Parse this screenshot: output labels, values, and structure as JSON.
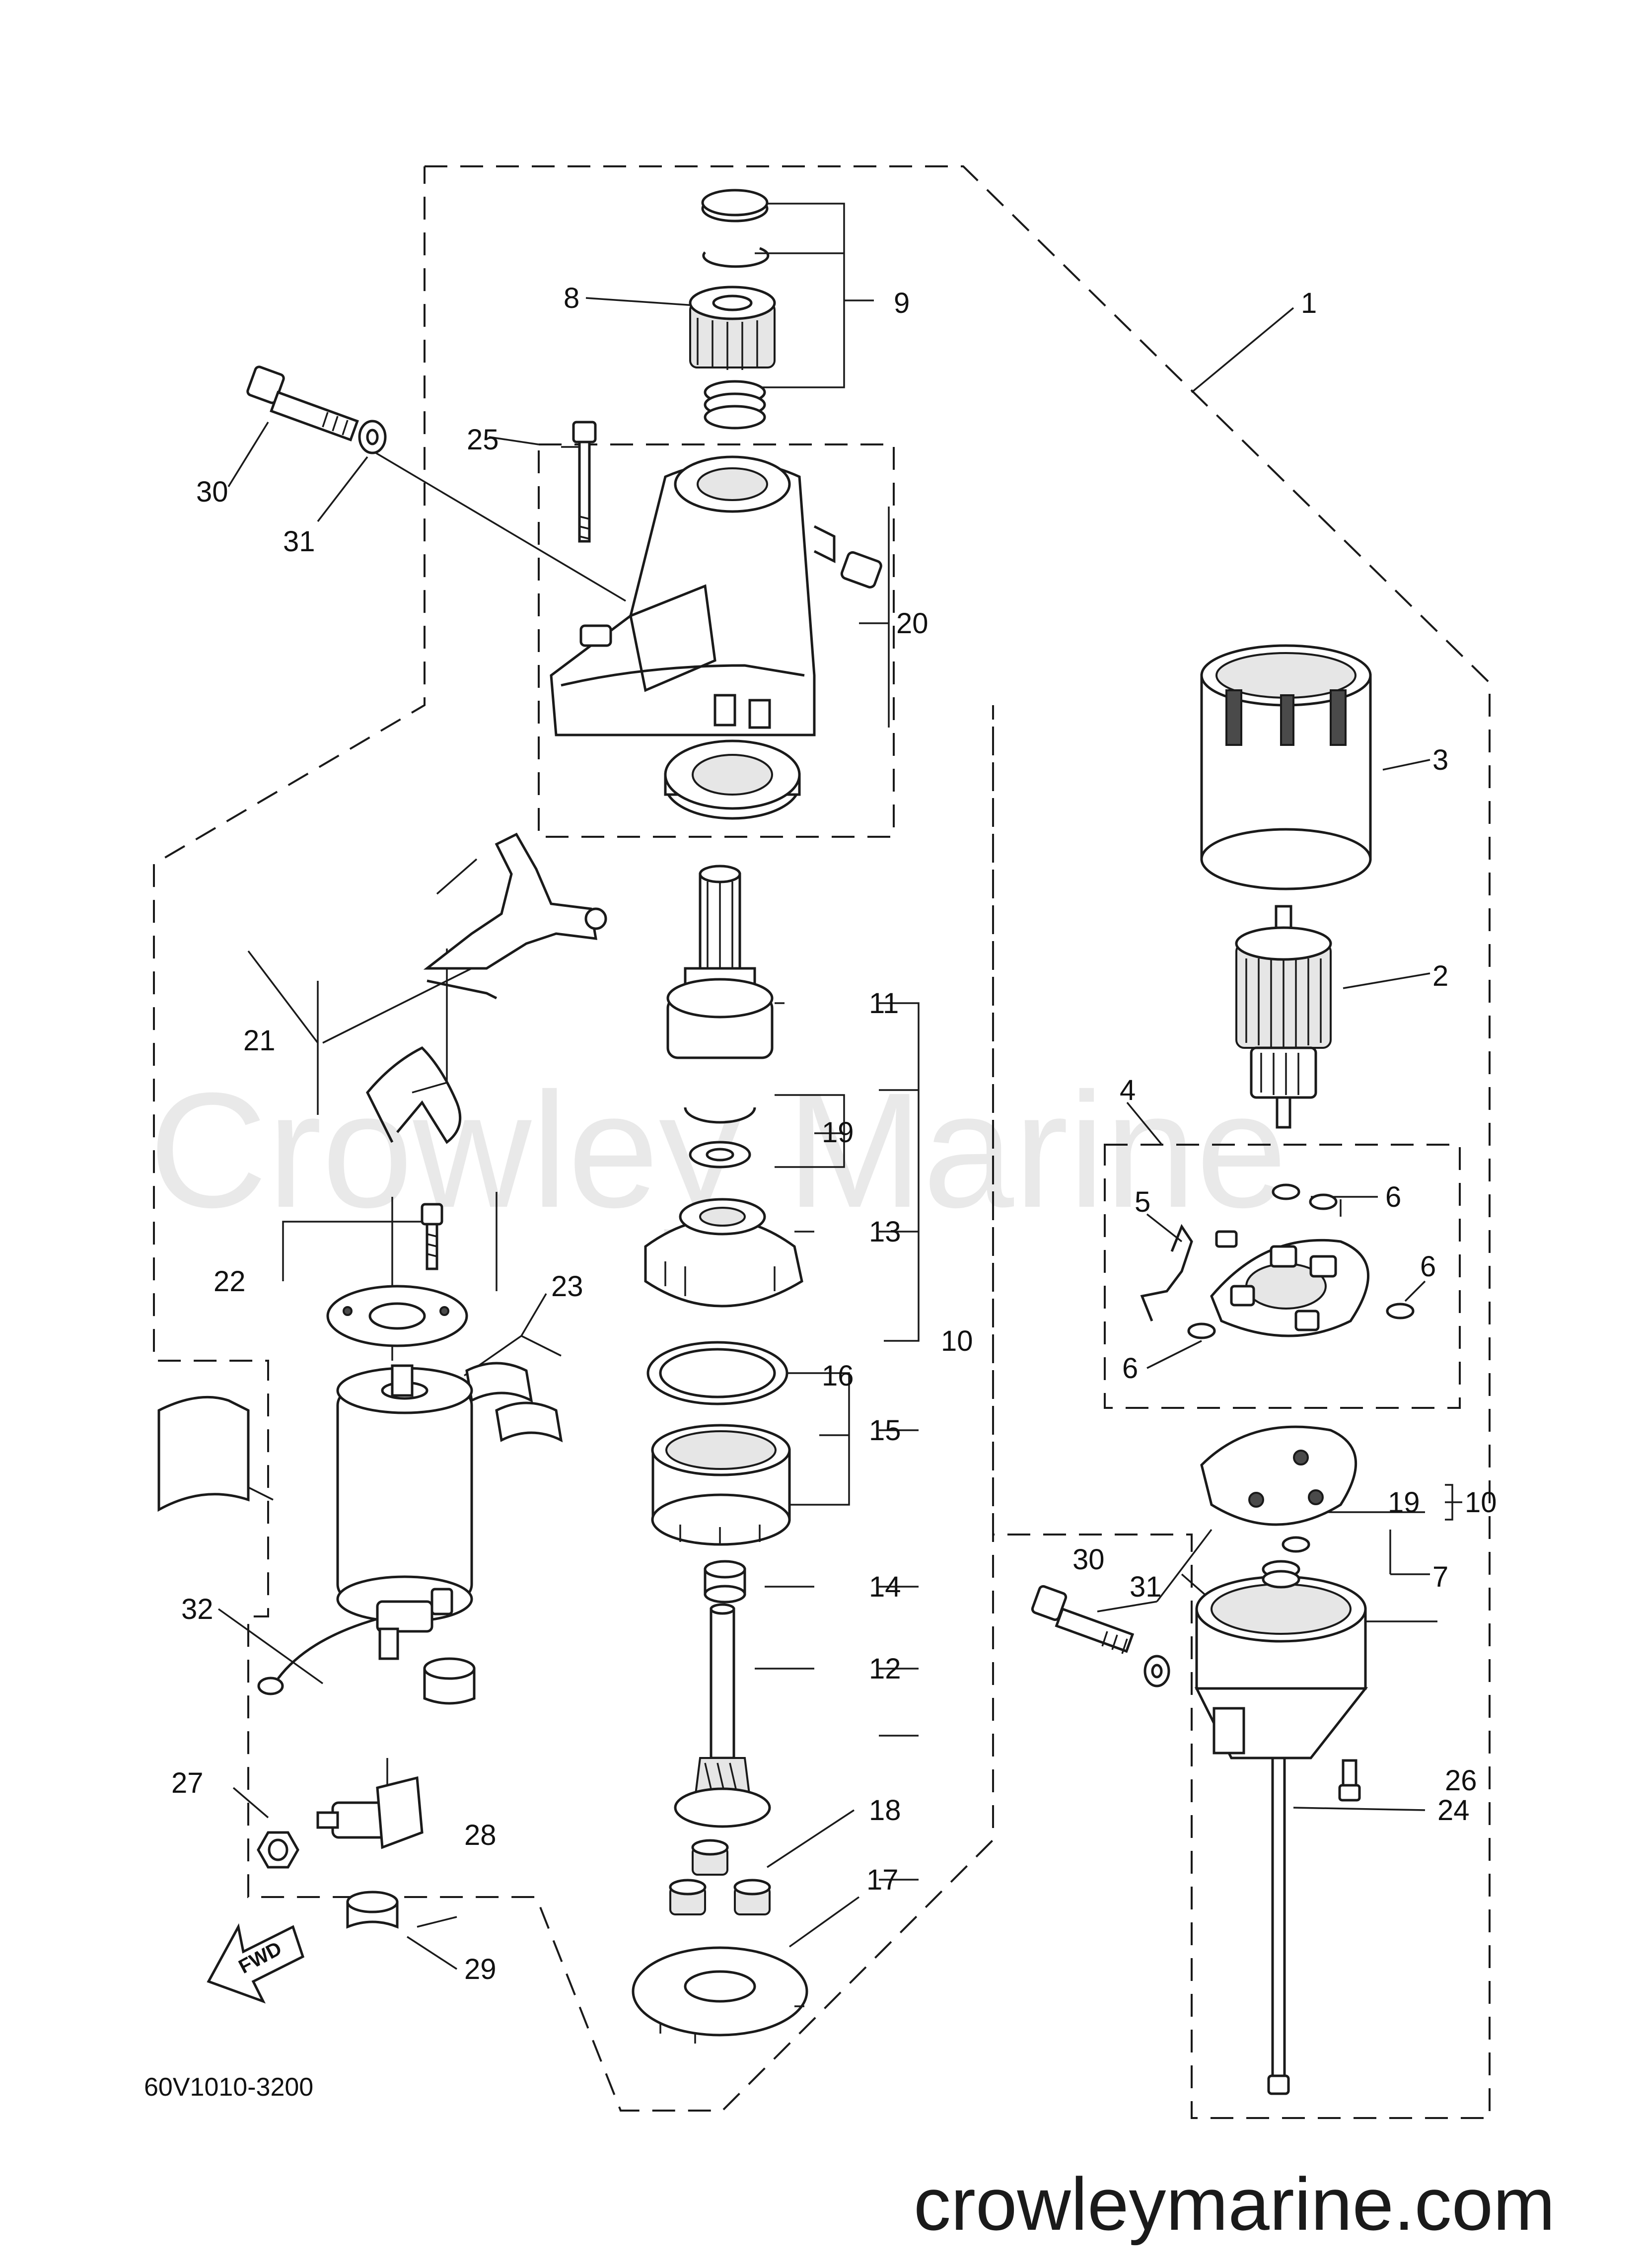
{
  "watermark": "Crowley Marine",
  "website": "crowleymarine.com",
  "diagram_code": "60V1010-3200",
  "direction_arrow": "FWD",
  "direction_icon": "fwd-arrow-icon",
  "callouts": {
    "c1": "1",
    "c2": "2",
    "c3": "3",
    "c4": "4",
    "c5": "5",
    "c6a": "6",
    "c6b": "6",
    "c6c": "6",
    "c7": "7",
    "c8": "8",
    "c9": "9",
    "c10a": "10",
    "c10b": "10",
    "c11": "11",
    "c12": "12",
    "c13": "13",
    "c14": "14",
    "c15": "15",
    "c16": "16",
    "c17": "17",
    "c18": "18",
    "c19a": "19",
    "c19b": "19",
    "c20": "20",
    "c21": "21",
    "c22": "22",
    "c23": "23",
    "c24": "24",
    "c25": "25",
    "c26": "26",
    "c27": "27",
    "c28": "28",
    "c29": "29",
    "c30a": "30",
    "c30b": "30",
    "c31a": "31",
    "c31b": "31",
    "c32": "32"
  }
}
